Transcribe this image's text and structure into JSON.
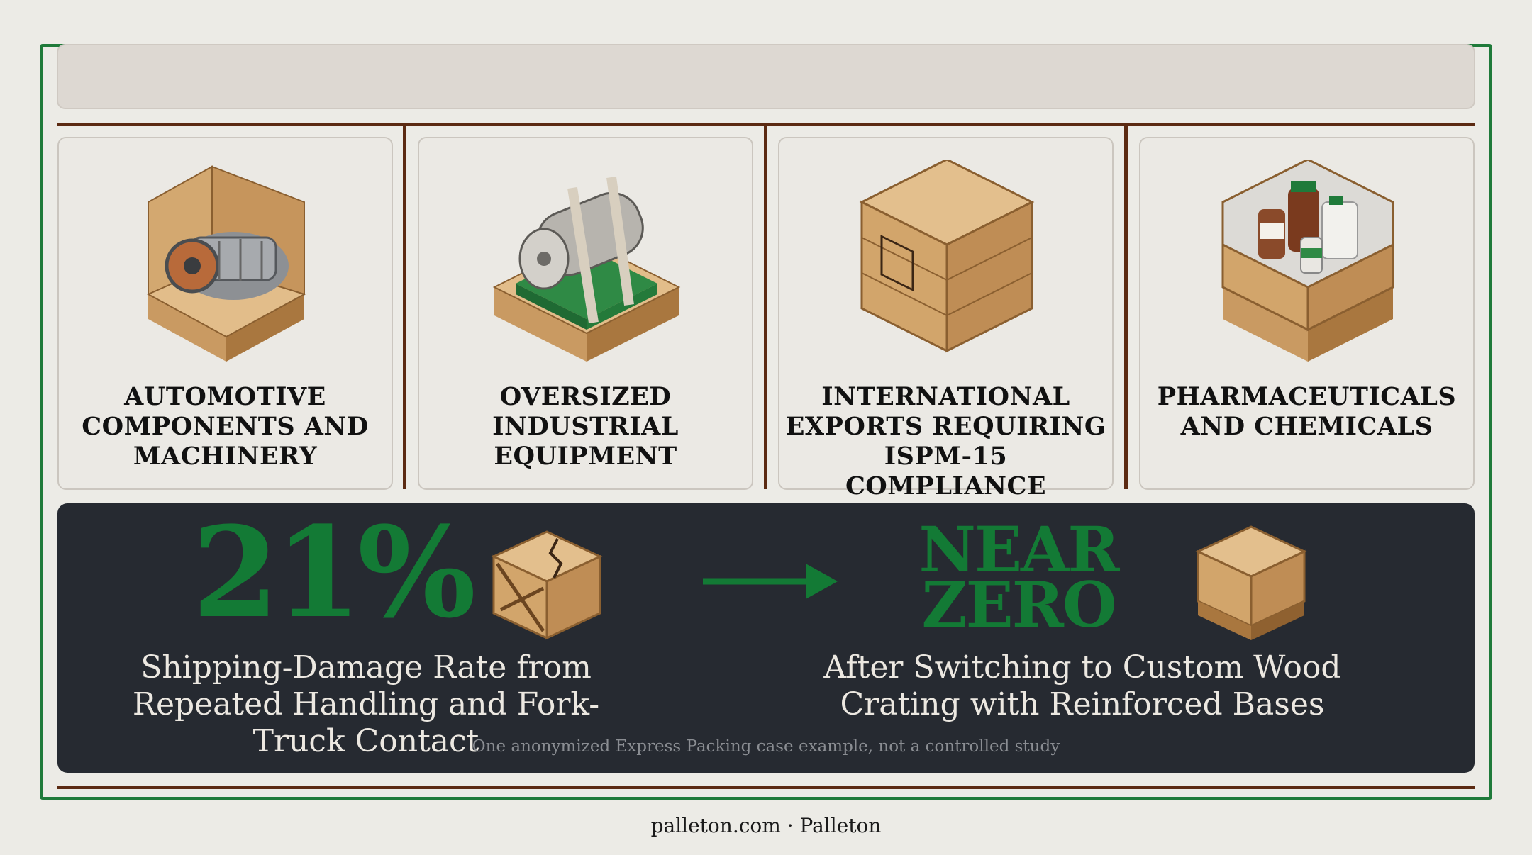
{
  "header": {
    "title": ""
  },
  "categories": [
    {
      "label": "AUTOMOTIVE COMPONENTS AND MACHINERY",
      "icon": "crated-transmission-icon"
    },
    {
      "label": "OVERSIZED INDUSTRIAL EQUIPMENT",
      "icon": "strapped-motor-pallet-icon"
    },
    {
      "label": "INTERNATIONAL EXPORTS REQUIRING ISPM-15 COMPLIANCE",
      "icon": "ispm-wood-crate-icon"
    },
    {
      "label": "PHARMACEUTICALS AND CHEMICALS",
      "icon": "chemical-bottles-crate-icon"
    }
  ],
  "stats": {
    "before": {
      "value": "21%",
      "description": "Shipping-Damage Rate from Repeated Handling and Fork-Truck Contact",
      "icon": "broken-crate-icon"
    },
    "after": {
      "value": "NEAR ZERO",
      "description": "After Switching to Custom Wood Crating with Reinforced Bases",
      "icon": "intact-crate-icon"
    },
    "footnote": "One anonymized Express Packing case example, not a controlled study"
  },
  "footer": {
    "credit": "palleton.com · Palleton"
  },
  "colors": {
    "accent_green": "#137a35",
    "frame_green": "#1f7a3a",
    "divider_brown": "#5b2a12",
    "panel_dark": "#262a31",
    "background": "#ecebe6"
  }
}
